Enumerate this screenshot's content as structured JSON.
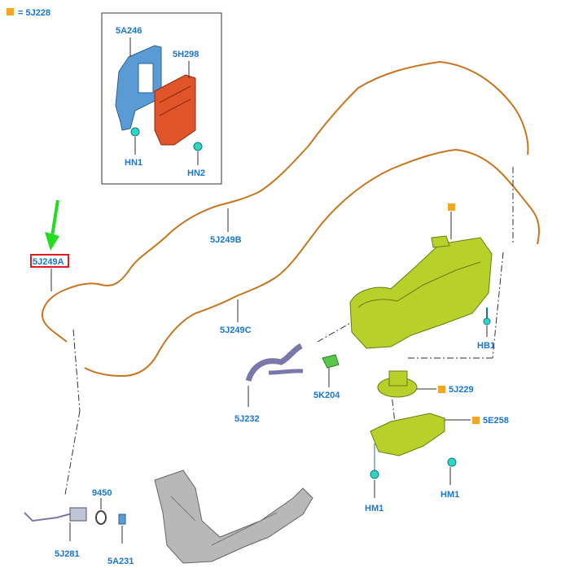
{
  "legend": {
    "marker_color": "#f5a623",
    "text": "= 5J228"
  },
  "colors": {
    "callout": "#1976d2",
    "harness": "#c8761e",
    "tank": "#b7d02a",
    "highlight_box": "#e31b23",
    "arrow": "#22dd22",
    "bracket": "#5b9bd5",
    "module": "#e0542a",
    "clip": "#30d5c8"
  },
  "inset": {
    "labels": [
      "5A246",
      "5H298",
      "HN1",
      "HN2"
    ]
  },
  "callouts": {
    "c5A246": "5A246",
    "c5H298": "5H298",
    "cHN1": "HN1",
    "cHN2": "HN2",
    "c5J249A": "5J249A",
    "c5J249B": "5J249B",
    "c5J249C": "5J249C",
    "cHB1": "HB1",
    "c5J229": "5J229",
    "c5K204": "5K204",
    "c5J232": "5J232",
    "c5E258": "5E258",
    "c9450": "9450",
    "c5J281": "5J281",
    "c5A231": "5A231",
    "cHM1a": "HM1",
    "cHM1b": "HM1"
  },
  "highlighted_part": "5J249A",
  "icons": [
    "green-arrow-icon",
    "square-marker-icon"
  ]
}
